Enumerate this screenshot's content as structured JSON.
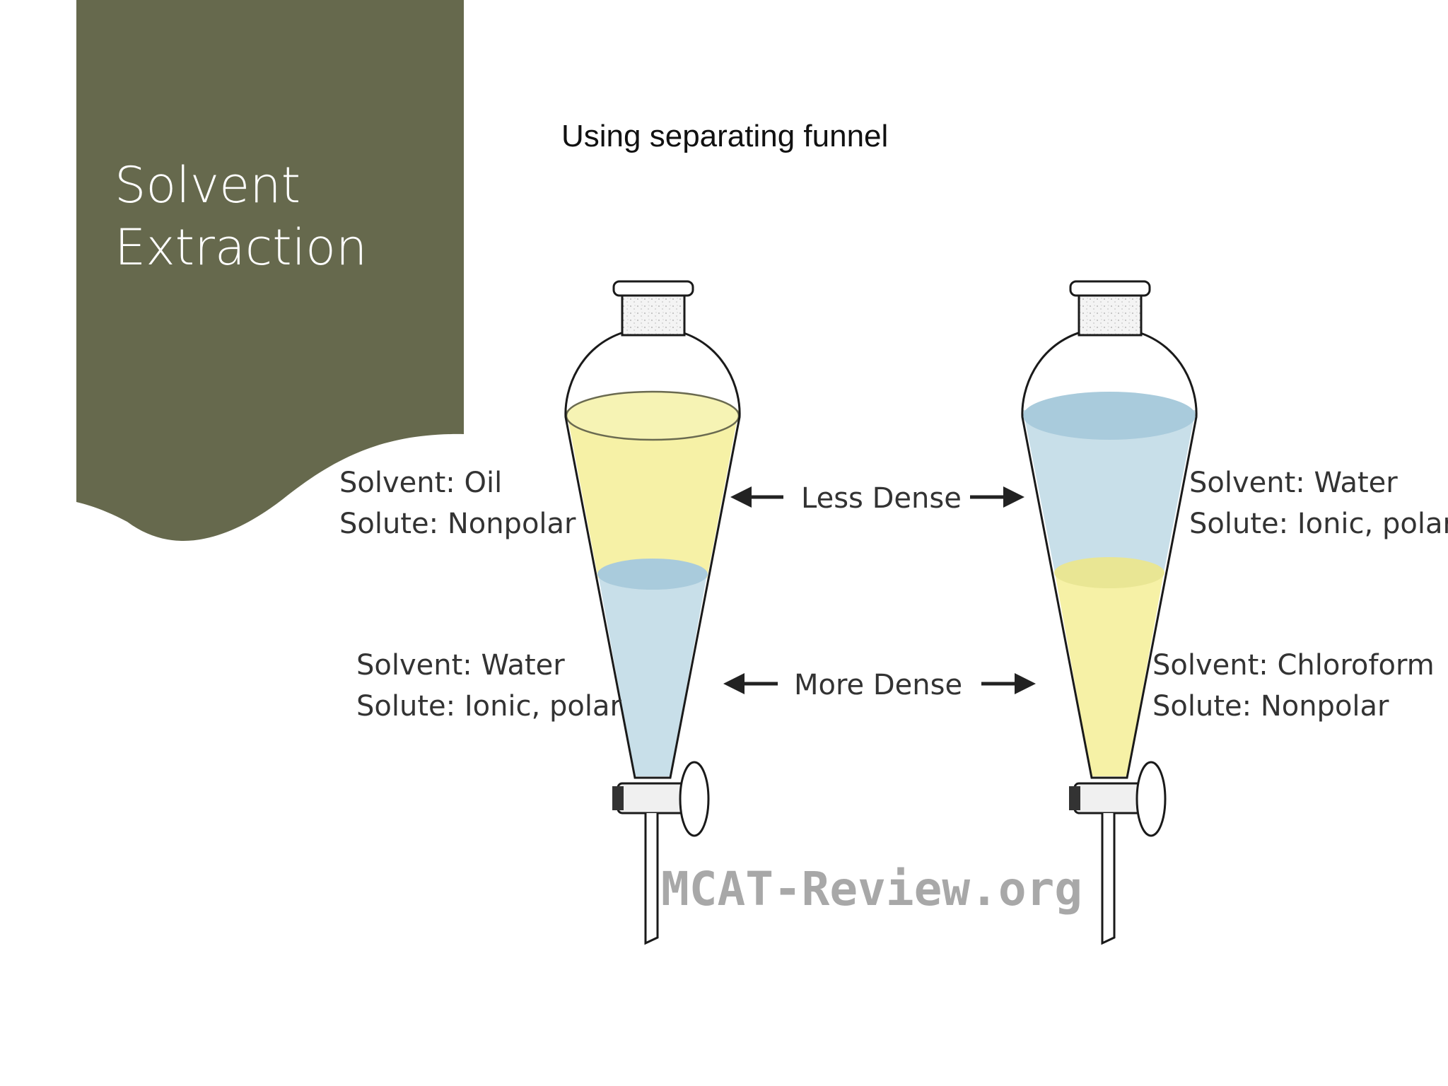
{
  "slide": {
    "title_lines": [
      "Solvent",
      "Extraction"
    ],
    "subtitle": "Using separating funnel"
  },
  "diagram": {
    "middle_labels": {
      "upper": "Less Dense",
      "lower": "More Dense"
    },
    "left_funnel": {
      "top_layer": {
        "solvent": "Solvent: Oil",
        "solute": "Solute: Nonpolar",
        "color": "#f6f1a6"
      },
      "bottom_layer": {
        "solvent": "Solvent: Water",
        "solute": "Solute: Ionic, polar",
        "color": "#c8dfe9"
      }
    },
    "right_funnel": {
      "top_layer": {
        "solvent": "Solvent: Water",
        "solute": "Solute: Ionic, polar",
        "color": "#c8dfe9"
      },
      "bottom_layer": {
        "solvent": "Solvent:  Chloroform",
        "solute": "Solute: Nonpolar",
        "color": "#f6f1a6"
      }
    },
    "watermark": "MCAT-Review.org"
  },
  "colors": {
    "panel": "#66694d",
    "water_surface": "#a9cbdc",
    "oil_surface": "#e9e694"
  }
}
